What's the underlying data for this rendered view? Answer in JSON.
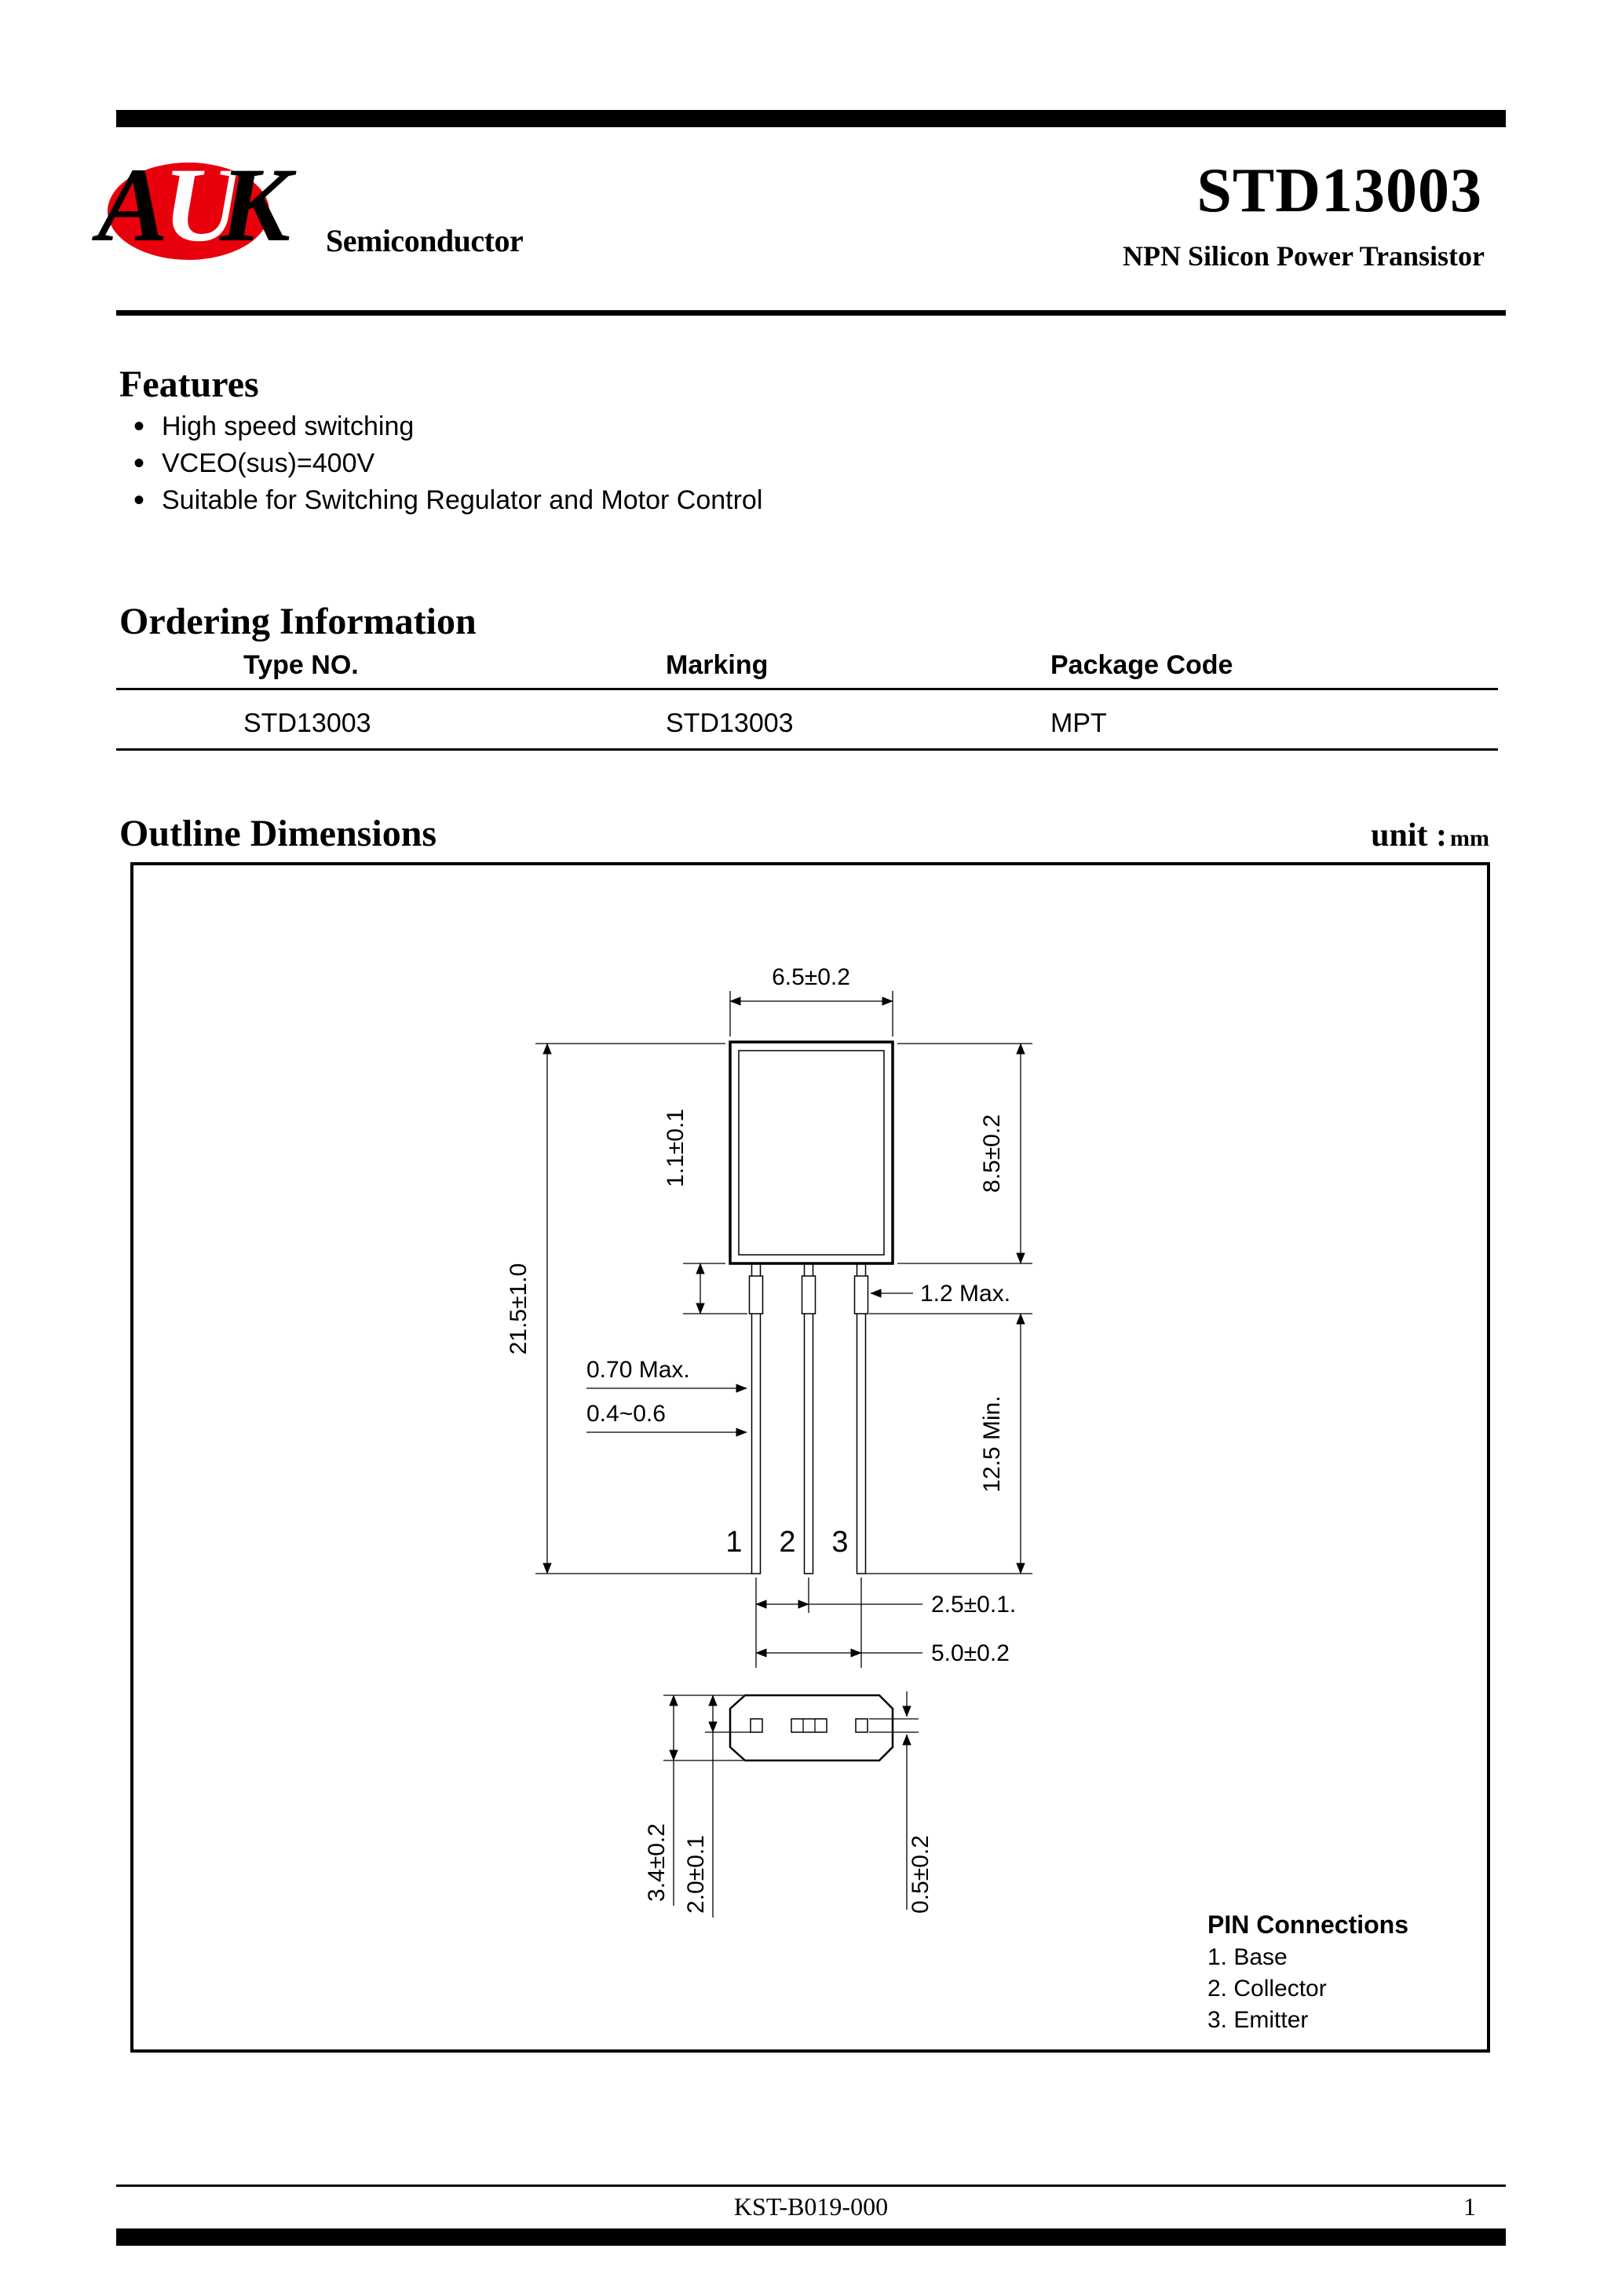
{
  "header": {
    "logo": {
      "letter_a": "A",
      "letter_u": "U",
      "letter_k": "K",
      "brand": "Semiconductor",
      "red": "#e8000d"
    },
    "part_number": "STD13003",
    "subtitle": "NPN Silicon Power Transistor"
  },
  "features": {
    "heading": "Features",
    "items": [
      "High speed switching",
      "VCEO(sus)=400V",
      "Suitable for Switching Regulator and Motor Control"
    ]
  },
  "ordering": {
    "heading": "Ordering Information",
    "columns": [
      "Type NO.",
      "Marking",
      "Package Code"
    ],
    "row": [
      "STD13003",
      "STD13003",
      "MPT"
    ]
  },
  "outline": {
    "heading": "Outline Dimensions",
    "unit_label": "unit :",
    "unit_value": "mm",
    "dims": {
      "body_width": "6.5±0.2",
      "lead_seat": "1.1±0.1",
      "body_height": "8.5±0.2",
      "overall_height": "21.5±1.0",
      "lead_tab_width": "1.2 Max.",
      "lead_width_max": "0.70 Max.",
      "lead_thickness": "0.4~0.6",
      "lead_length": "12.5 Min.",
      "lead_pitch": "2.5±0.1.",
      "lead_span": "5.0±0.2",
      "body_depth": "3.4±0.2",
      "seat_depth": "2.0±0.1",
      "lead_cross": "0.5±0.2"
    },
    "pins": [
      "1",
      "2",
      "3"
    ],
    "pin_connections": {
      "heading": "PIN Connections",
      "items": [
        "1. Base",
        "2. Collector",
        "3. Emitter"
      ]
    }
  },
  "footer": {
    "doc_number": "KST-B019-000",
    "page_number": "1"
  }
}
